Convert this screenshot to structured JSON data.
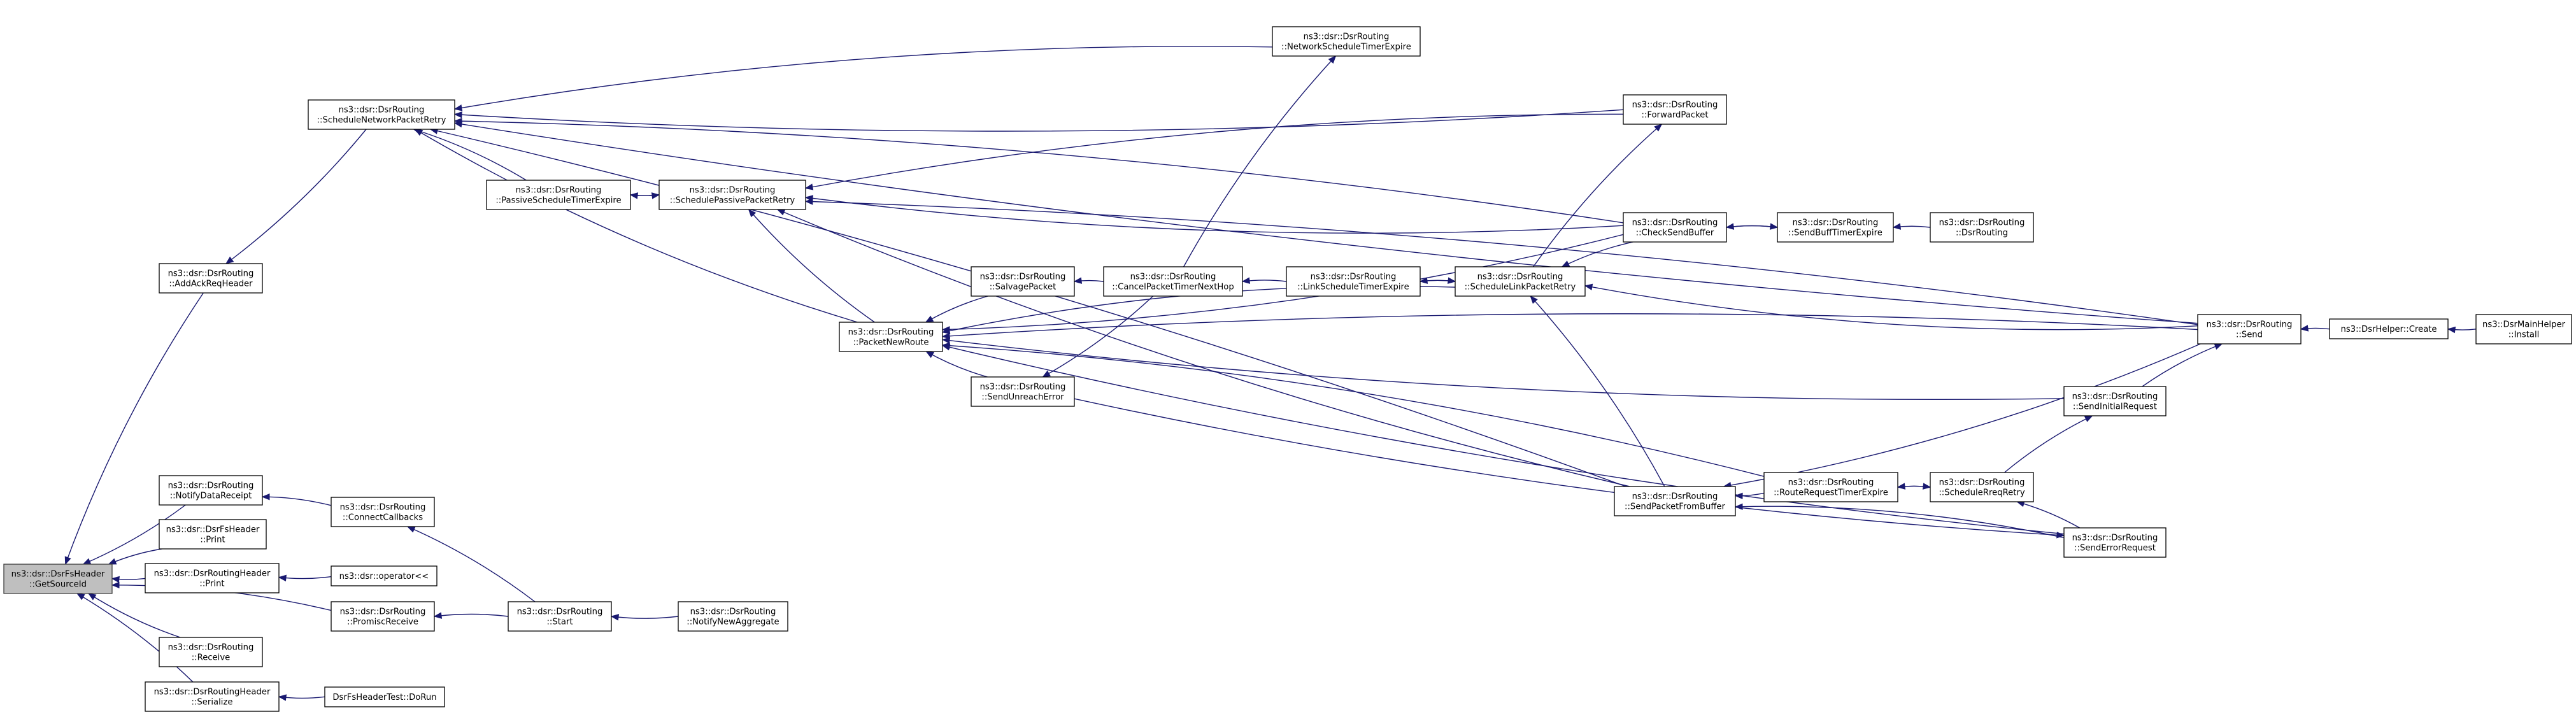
{
  "diagram": {
    "type": "doxygen-caller-graph",
    "colors": {
      "edge": "#191970",
      "root_fill": "#bfbfbf",
      "node_fill": "#ffffff",
      "node_border": "#000000"
    },
    "nodes": [
      {
        "id": "getsourceid",
        "lines": [
          "ns3::dsr::DsrFsHeader",
          "::GetSourceId"
        ],
        "root": true
      },
      {
        "id": "addackreqheader",
        "lines": [
          "ns3::dsr::DsrRouting",
          "::AddAckReqHeader"
        ]
      },
      {
        "id": "notifydatareceipt",
        "lines": [
          "ns3::dsr::DsrRouting",
          "::NotifyDataReceipt"
        ]
      },
      {
        "id": "fsheader-print",
        "lines": [
          "ns3::dsr::DsrFsHeader",
          "::Print"
        ]
      },
      {
        "id": "routingheader-print",
        "lines": [
          "ns3::dsr::DsrRoutingHeader",
          "::Print"
        ]
      },
      {
        "id": "promiscreceive",
        "lines": [
          "ns3::dsr::DsrRouting",
          "::PromiscReceive"
        ]
      },
      {
        "id": "receive",
        "lines": [
          "ns3::dsr::DsrRouting",
          "::Receive"
        ]
      },
      {
        "id": "serialize",
        "lines": [
          "ns3::dsr::DsrRoutingHeader",
          "::Serialize"
        ]
      },
      {
        "id": "schedulenetworkpacketretry",
        "lines": [
          "ns3::dsr::DsrRouting",
          "::ScheduleNetworkPacketRetry"
        ]
      },
      {
        "id": "passiveschedule",
        "lines": [
          "ns3::dsr::DsrRouting",
          "::PassiveScheduleTimerExpire"
        ]
      },
      {
        "id": "schedulepassive",
        "lines": [
          "ns3::dsr::DsrRouting",
          "::SchedulePassivePacketRetry"
        ]
      },
      {
        "id": "connectcallbacks",
        "lines": [
          "ns3::dsr::DsrRouting",
          "::ConnectCallbacks"
        ]
      },
      {
        "id": "operator",
        "lines": [
          "ns3::dsr::operator<<"
        ]
      },
      {
        "id": "start",
        "lines": [
          "ns3::dsr::DsrRouting",
          "::Start"
        ]
      },
      {
        "id": "notifynewaggregate",
        "lines": [
          "ns3::dsr::DsrRouting",
          "::NotifyNewAggregate"
        ]
      },
      {
        "id": "dorun",
        "lines": [
          "DsrFsHeaderTest::DoRun"
        ]
      },
      {
        "id": "packetnewroute",
        "lines": [
          "ns3::dsr::DsrRouting",
          "::PacketNewRoute"
        ]
      },
      {
        "id": "salvagepacket",
        "lines": [
          "ns3::dsr::DsrRouting",
          "::SalvagePacket"
        ]
      },
      {
        "id": "sendunreacherror",
        "lines": [
          "ns3::dsr::DsrRouting",
          "::SendUnreachError"
        ]
      },
      {
        "id": "canceltimer",
        "lines": [
          "ns3::dsr::DsrRouting",
          "::CancelPacketTimerNextHop"
        ]
      },
      {
        "id": "networkschedule",
        "lines": [
          "ns3::dsr::DsrRouting",
          "::NetworkScheduleTimerExpire"
        ]
      },
      {
        "id": "linkschedule",
        "lines": [
          "ns3::dsr::DsrRouting",
          "::LinkScheduleTimerExpire"
        ]
      },
      {
        "id": "schedulelink",
        "lines": [
          "ns3::dsr::DsrRouting",
          "::ScheduleLinkPacketRetry"
        ]
      },
      {
        "id": "forwardpacket",
        "lines": [
          "ns3::dsr::DsrRouting",
          "::ForwardPacket"
        ]
      },
      {
        "id": "checksendbuffer",
        "lines": [
          "ns3::dsr::DsrRouting",
          "::CheckSendBuffer"
        ]
      },
      {
        "id": "sendbufftimer",
        "lines": [
          "ns3::dsr::DsrRouting",
          "::SendBuffTimerExpire"
        ]
      },
      {
        "id": "dsrrouting",
        "lines": [
          "ns3::dsr::DsrRouting",
          "::DsrRouting"
        ]
      },
      {
        "id": "sendpacketfrombuffer",
        "lines": [
          "ns3::dsr::DsrRouting",
          "::SendPacketFromBuffer"
        ]
      },
      {
        "id": "routerequesttimer",
        "lines": [
          "ns3::dsr::DsrRouting",
          "::RouteRequestTimerExpire"
        ]
      },
      {
        "id": "schedulerreq",
        "lines": [
          "ns3::dsr::DsrRouting",
          "::ScheduleRreqRetry"
        ]
      },
      {
        "id": "sendinitialrequest",
        "lines": [
          "ns3::dsr::DsrRouting",
          "::SendInitialRequest"
        ]
      },
      {
        "id": "senderrorrequest",
        "lines": [
          "ns3::dsr::DsrRouting",
          "::SendErrorRequest"
        ]
      },
      {
        "id": "send",
        "lines": [
          "ns3::dsr::DsrRouting",
          "::Send"
        ]
      },
      {
        "id": "helpercreate",
        "lines": [
          "ns3::DsrHelper::Create"
        ]
      },
      {
        "id": "mainhelperinstall",
        "lines": [
          "ns3::DsrMainHelper",
          "::Install"
        ]
      }
    ],
    "edges": [
      [
        "addackreqheader",
        "getsourceid"
      ],
      [
        "notifydatareceipt",
        "getsourceid"
      ],
      [
        "fsheader-print",
        "getsourceid"
      ],
      [
        "routingheader-print",
        "getsourceid"
      ],
      [
        "promiscreceive",
        "getsourceid"
      ],
      [
        "receive",
        "getsourceid"
      ],
      [
        "serialize",
        "getsourceid"
      ],
      [
        "schedulenetworkpacketretry",
        "addackreqheader"
      ],
      [
        "connectcallbacks",
        "notifydatareceipt"
      ],
      [
        "operator",
        "routingheader-print"
      ],
      [
        "start",
        "promiscreceive"
      ],
      [
        "dorun",
        "serialize"
      ],
      [
        "start",
        "connectcallbacks"
      ],
      [
        "notifynewaggregate",
        "start"
      ],
      [
        "passiveschedule",
        "schedulenetworkpacketretry"
      ],
      [
        "packetnewroute",
        "schedulenetworkpacketretry"
      ],
      [
        "networkschedule",
        "schedulenetworkpacketretry"
      ],
      [
        "forwardpacket",
        "schedulenetworkpacketretry"
      ],
      [
        "checksendbuffer",
        "schedulenetworkpacketretry"
      ],
      [
        "send",
        "schedulenetworkpacketretry"
      ],
      [
        "sendpacketfrombuffer",
        "schedulenetworkpacketretry"
      ],
      [
        "schedulepassive",
        "passiveschedule"
      ],
      [
        "passiveschedule",
        "schedulepassive"
      ],
      [
        "packetnewroute",
        "schedulepassive"
      ],
      [
        "forwardpacket",
        "schedulepassive"
      ],
      [
        "checksendbuffer",
        "schedulepassive"
      ],
      [
        "send",
        "schedulepassive"
      ],
      [
        "sendpacketfrombuffer",
        "schedulepassive"
      ],
      [
        "salvagepacket",
        "packetnewroute"
      ],
      [
        "sendunreacherror",
        "packetnewroute"
      ],
      [
        "schedulelink",
        "packetnewroute"
      ],
      [
        "checksendbuffer",
        "packetnewroute"
      ],
      [
        "send",
        "packetnewroute"
      ],
      [
        "sendinitialrequest",
        "packetnewroute"
      ],
      [
        "routerequesttimer",
        "packetnewroute"
      ],
      [
        "senderrorrequest",
        "packetnewroute"
      ],
      [
        "canceltimer",
        "salvagepacket"
      ],
      [
        "canceltimer",
        "sendunreacherror"
      ],
      [
        "linkschedule",
        "canceltimer"
      ],
      [
        "canceltimer",
        "networkschedule"
      ],
      [
        "schedulelink",
        "linkschedule"
      ],
      [
        "linkschedule",
        "schedulelink"
      ],
      [
        "checksendbuffer",
        "schedulelink"
      ],
      [
        "send",
        "schedulelink"
      ],
      [
        "sendpacketfrombuffer",
        "schedulelink"
      ],
      [
        "schedulelink",
        "forwardpacket"
      ],
      [
        "sendbufftimer",
        "checksendbuffer"
      ],
      [
        "checksendbuffer",
        "sendbufftimer"
      ],
      [
        "dsrrouting",
        "sendbufftimer"
      ],
      [
        "routerequesttimer",
        "sendpacketfrombuffer"
      ],
      [
        "senderrorrequest",
        "sendpacketfrombuffer"
      ],
      [
        "send",
        "sendpacketfrombuffer"
      ],
      [
        "schedulerreq",
        "routerequesttimer"
      ],
      [
        "routerequesttimer",
        "schedulerreq"
      ],
      [
        "senderrorrequest",
        "schedulerreq"
      ],
      [
        "schedulerreq",
        "sendinitialrequest"
      ],
      [
        "sendunreacherror",
        "senderrorrequest"
      ],
      [
        "sendinitialrequest",
        "send"
      ],
      [
        "helpercreate",
        "send"
      ],
      [
        "mainhelperinstall",
        "helpercreate"
      ]
    ]
  }
}
